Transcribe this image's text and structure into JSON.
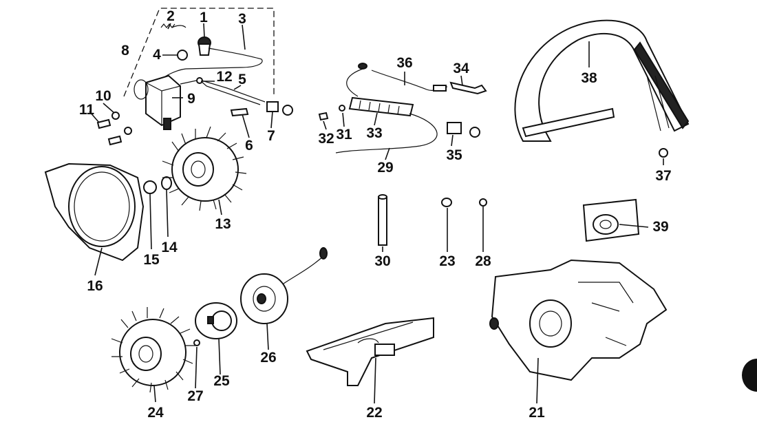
{
  "diagram": {
    "parts": [
      {
        "id": "p1",
        "label": "1"
      },
      {
        "id": "p2",
        "label": "2"
      },
      {
        "id": "p3",
        "label": "3"
      },
      {
        "id": "p4",
        "label": "4"
      },
      {
        "id": "p5",
        "label": "5"
      },
      {
        "id": "p6",
        "label": "6"
      },
      {
        "id": "p7",
        "label": "7"
      },
      {
        "id": "p8",
        "label": "8"
      },
      {
        "id": "p9",
        "label": "9"
      },
      {
        "id": "p10",
        "label": "10"
      },
      {
        "id": "p11",
        "label": "11"
      },
      {
        "id": "p12",
        "label": "12"
      },
      {
        "id": "p13",
        "label": "13"
      },
      {
        "id": "p14",
        "label": "14"
      },
      {
        "id": "p15",
        "label": "15"
      },
      {
        "id": "p16",
        "label": "16"
      },
      {
        "id": "p21",
        "label": "21"
      },
      {
        "id": "p22",
        "label": "22"
      },
      {
        "id": "p23",
        "label": "23"
      },
      {
        "id": "p24",
        "label": "24"
      },
      {
        "id": "p25",
        "label": "25"
      },
      {
        "id": "p26",
        "label": "26"
      },
      {
        "id": "p27",
        "label": "27"
      },
      {
        "id": "p28",
        "label": "28"
      },
      {
        "id": "p29",
        "label": "29"
      },
      {
        "id": "p30",
        "label": "30"
      },
      {
        "id": "p31",
        "label": "31"
      },
      {
        "id": "p32",
        "label": "32"
      },
      {
        "id": "p33",
        "label": "33"
      },
      {
        "id": "p34",
        "label": "34"
      },
      {
        "id": "p35",
        "label": "35"
      },
      {
        "id": "p36",
        "label": "36"
      },
      {
        "id": "p37",
        "label": "37"
      },
      {
        "id": "p38",
        "label": "38"
      },
      {
        "id": "p39",
        "label": "39"
      }
    ]
  }
}
